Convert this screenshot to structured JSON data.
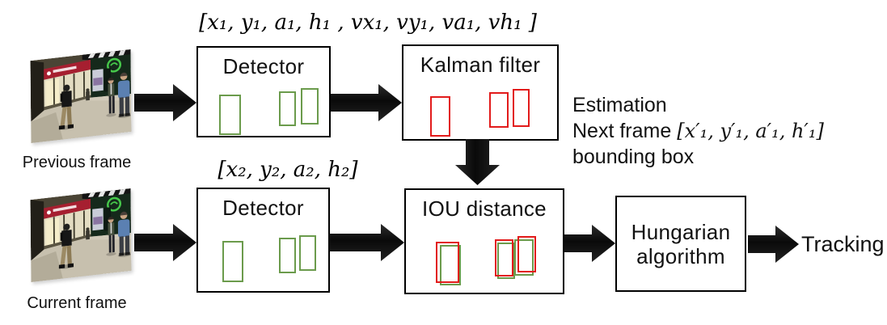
{
  "diagram": {
    "frames": {
      "previous": {
        "label": "Previous frame"
      },
      "current": {
        "label": "Current frame"
      }
    },
    "vectors": {
      "previous_state": "[x₁, y₁, a₁, h₁ , vx₁, vy₁, va₁, vh₁ ]",
      "current_state": "[x₂, y₂, a₂, h₂]",
      "predicted_state": "[x′₁, y′₁, a′₁, h′₁]"
    },
    "boxes": {
      "detector_top": "Detector",
      "kalman": "Kalman filter",
      "detector_bottom": "Detector",
      "iou": "IOU distance",
      "hungarian": "Hungarian algorithm"
    },
    "estimation_note": {
      "line1": "Estimation",
      "line2_text": "Next frame",
      "line3": "bounding box"
    },
    "output": {
      "label": "Tracking"
    },
    "colors": {
      "detection_box": "#6b9b4c",
      "prediction_box": "#e21b1b",
      "arrow": "#0a0a0a"
    }
  }
}
